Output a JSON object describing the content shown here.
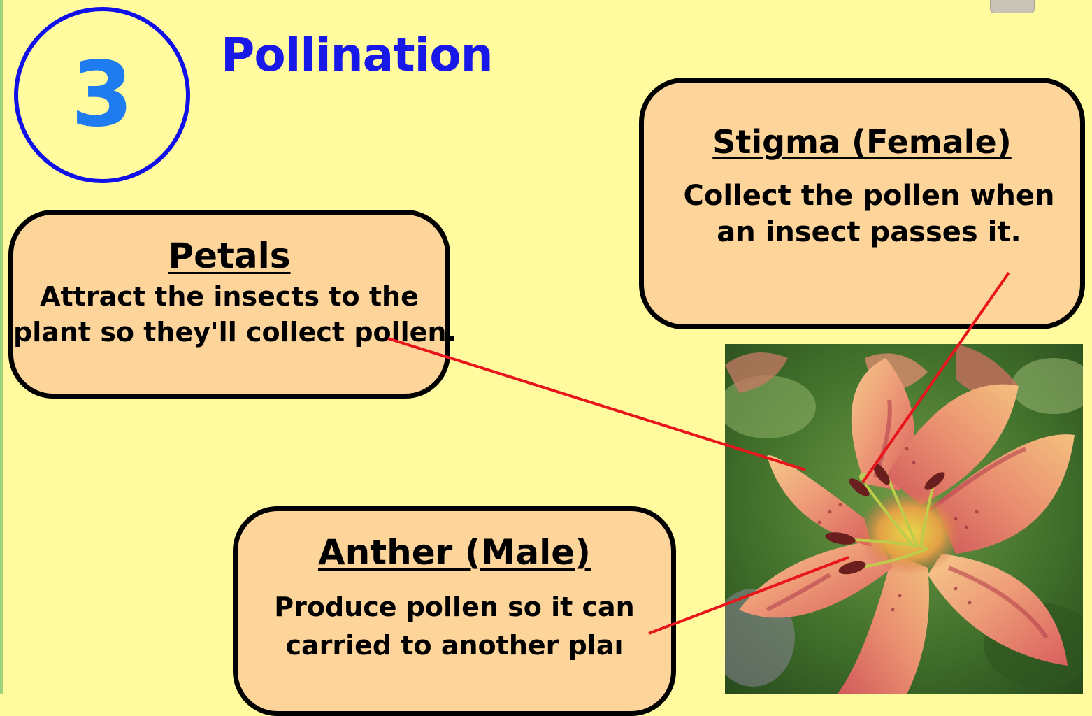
{
  "slide": {
    "number": "3",
    "title": "Pollination"
  },
  "callouts": {
    "stigma": {
      "heading": "Stigma (Female)",
      "line1": "Collect the pollen when",
      "line2": "an insect passes it."
    },
    "petals": {
      "heading": "Petals",
      "line1": "Attract the insects to  the",
      "line2": "plant so they'll collect pollen."
    },
    "anther": {
      "heading": "Anther (Male)",
      "line1": "Produce pollen so it can",
      "line2": "carried to another plaı"
    }
  },
  "colors": {
    "background": "#FFFB9E",
    "callout_fill": "#FDD49A",
    "connector": "#E8151B",
    "title": "#1818E8",
    "number_ring": "#1010E8",
    "number_digit": "#1E7BF0"
  }
}
